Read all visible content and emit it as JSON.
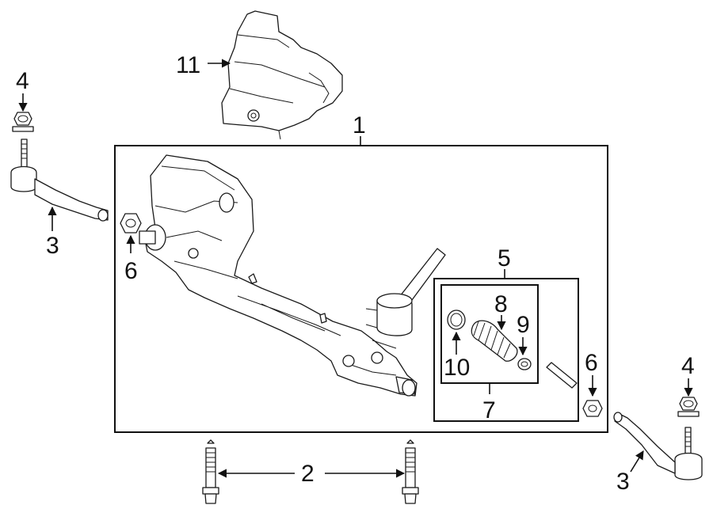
{
  "callouts": {
    "c1": "1",
    "c2": "2",
    "c3_left": "3",
    "c3_right": "3",
    "c4_left": "4",
    "c4_right": "4",
    "c5": "5",
    "c6_left": "6",
    "c6_right": "6",
    "c7": "7",
    "c8": "8",
    "c9": "9",
    "c10": "10",
    "c11": "11"
  }
}
